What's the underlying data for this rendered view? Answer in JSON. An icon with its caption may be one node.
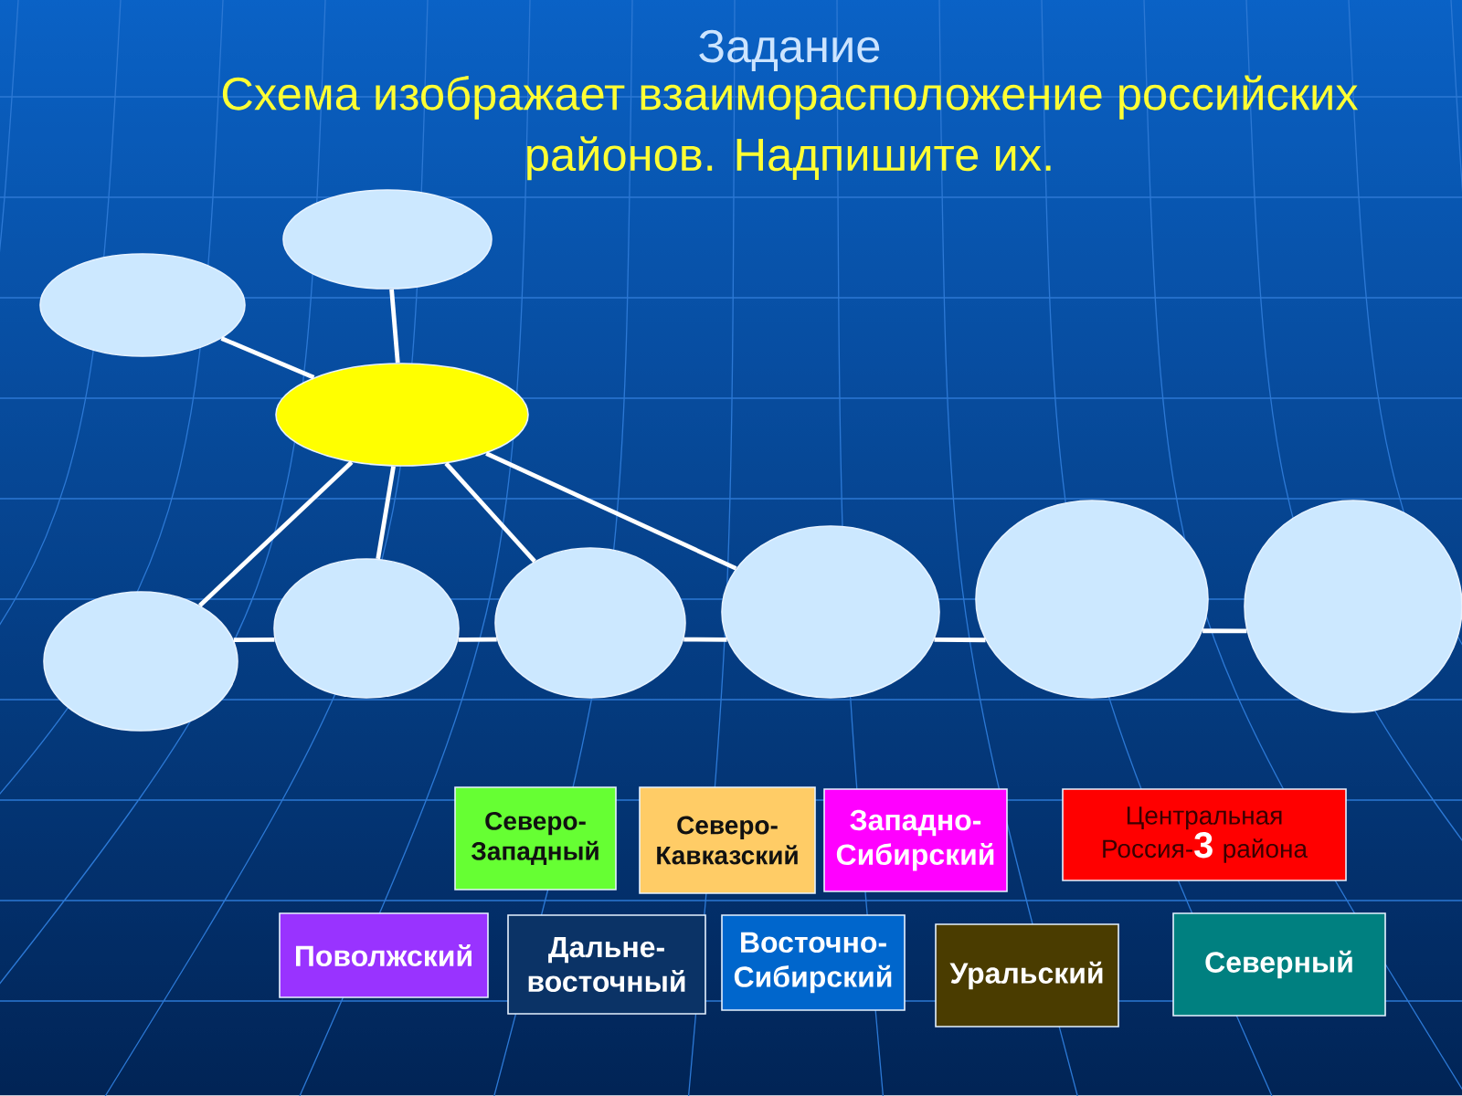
{
  "diagram": {
    "title": "Задание",
    "nodes": [
      {
        "text": [],
        "shape": "ellipse"
      },
      {
        "text": [],
        "shape": "ellipse"
      },
      {
        "text": [],
        "shape": "ellipse"
      },
      {
        "text": [],
        "shape": "ellipse"
      },
      {
        "text": [],
        "shape": "ellipse"
      },
      {
        "text": [],
        "shape": "ellipse"
      },
      {
        "text": [],
        "shape": "ellipse"
      },
      {
        "text": [],
        "shape": "ellipse"
      },
      {
        "text": [],
        "shape": "ellipse"
      },
      {
        "text": [
          "Северо-Западный"
        ]
      },
      {
        "text": [
          "Северо-Кавказский"
        ]
      },
      {
        "text": [
          "Западно-Сибирский"
        ]
      },
      {
        "text": [
          "Центральная Россия-**3** района"
        ]
      },
      {
        "text": [
          "Поволжский"
        ]
      },
      {
        "text": [
          "Дальне-восточный"
        ]
      },
      {
        "text": [
          "Восточно-Сибирский"
        ]
      },
      {
        "text": [
          "Уральский"
        ]
      },
      {
        "text": [
          "Северный"
        ]
      }
    ],
    "edges": [
      {
        "from": 2,
        "to": 0,
        "arrow": "none"
      },
      {
        "from": 2,
        "to": 1,
        "arrow": "none"
      },
      {
        "from": 2,
        "to": 3,
        "arrow": "none"
      },
      {
        "from": 2,
        "to": 4,
        "arrow": "none"
      },
      {
        "from": 2,
        "to": 5,
        "arrow": "none"
      },
      {
        "from": 2,
        "to": 6,
        "arrow": "none"
      },
      {
        "from": 3,
        "to": 4,
        "arrow": "none"
      },
      {
        "from": 4,
        "to": 5,
        "arrow": "none"
      },
      {
        "from": 5,
        "to": 6,
        "arrow": "none"
      },
      {
        "from": 6,
        "to": 7,
        "arrow": "none"
      },
      {
        "from": 7,
        "to": 8,
        "arrow": "none"
      }
    ],
    "labels": [
      "Схема изображает взаиморасположение российских районов. Надпишите их."
    ]
  }
}
